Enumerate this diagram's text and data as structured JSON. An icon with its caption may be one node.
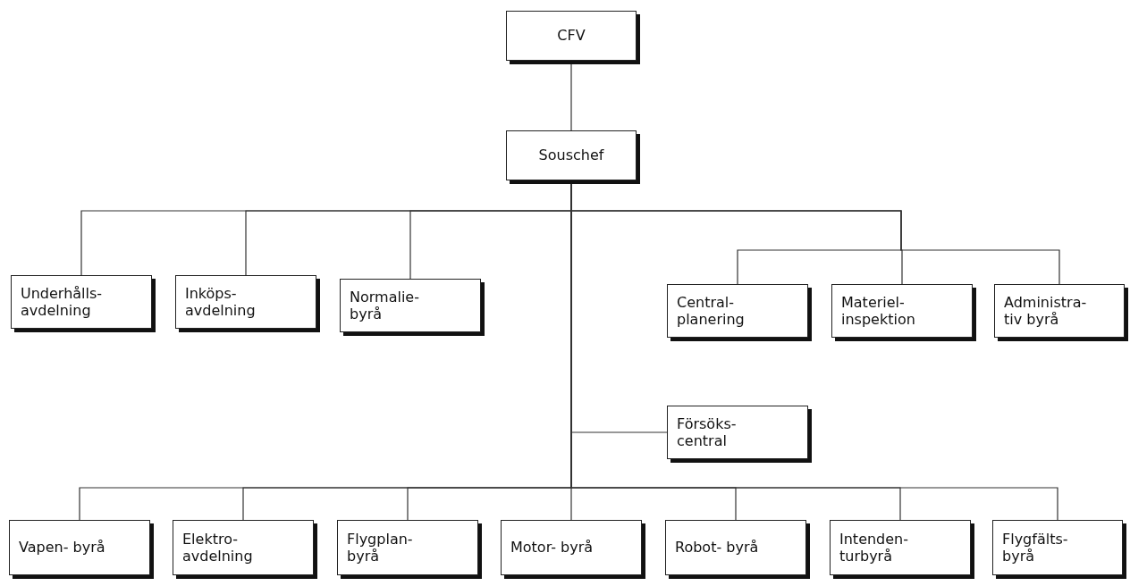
{
  "diagram": {
    "nodes": [
      {
        "text": [
          "CFV"
        ]
      },
      {
        "text": [
          "Souschef"
        ]
      },
      {
        "text": [
          "Underhålls- avdelning"
        ]
      },
      {
        "text": [
          "Inköps- avdelning"
        ]
      },
      {
        "text": [
          "Normalie- byrå"
        ]
      },
      {
        "text": [
          "Central- planering"
        ]
      },
      {
        "text": [
          "Materiel- inspektion"
        ]
      },
      {
        "text": [
          "Administra- tiv byrå"
        ]
      },
      {
        "text": [
          "Försöks- central"
        ]
      },
      {
        "text": [
          "Vapen- byrå"
        ]
      },
      {
        "text": [
          "Elektro- avdelning"
        ]
      },
      {
        "text": [
          "Flygplan- byrå"
        ]
      },
      {
        "text": [
          "Motor- byrå"
        ]
      },
      {
        "text": [
          "Robot- byrå"
        ]
      },
      {
        "text": [
          "Intenden- turbyrå"
        ]
      },
      {
        "text": [
          "Flygfälts- byrå"
        ]
      }
    ],
    "edges": [
      {
        "from": 0,
        "to": 1,
        "arrow": "none"
      },
      {
        "from": 1,
        "to": 2,
        "arrow": "none"
      },
      {
        "from": 1,
        "to": 3,
        "arrow": "none"
      },
      {
        "from": 1,
        "to": 4,
        "arrow": "none"
      },
      {
        "from": 1,
        "to": 5,
        "arrow": "none"
      },
      {
        "from": 1,
        "to": 6,
        "arrow": "none"
      },
      {
        "from": 1,
        "to": 7,
        "arrow": "none"
      },
      {
        "from": 1,
        "to": 8,
        "arrow": "none"
      },
      {
        "from": 1,
        "to": 9,
        "arrow": "none"
      },
      {
        "from": 1,
        "to": 10,
        "arrow": "none"
      },
      {
        "from": 1,
        "to": 11,
        "arrow": "none"
      },
      {
        "from": 1,
        "to": 12,
        "arrow": "none"
      },
      {
        "from": 1,
        "to": 13,
        "arrow": "none"
      },
      {
        "from": 1,
        "to": 14,
        "arrow": "none"
      },
      {
        "from": 1,
        "to": 15,
        "arrow": "none"
      }
    ]
  }
}
